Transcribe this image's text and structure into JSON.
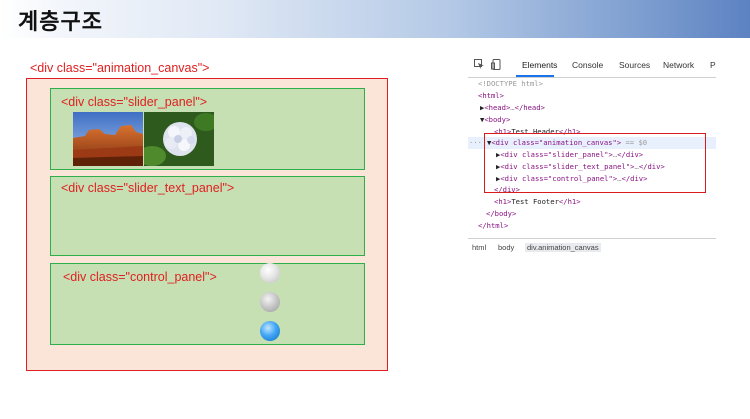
{
  "page": {
    "title": "계층구조"
  },
  "diagram": {
    "outer_label": "<div class=\"animation_canvas\">",
    "panels": [
      {
        "label": "<div class=\"slider_panel\">"
      },
      {
        "label": "<div class=\"slider_text_panel\">"
      },
      {
        "label": "<div class=\"control_panel\">"
      }
    ],
    "colors": {
      "outline": "#e02020",
      "panel_fill": "#c6e0b4",
      "panel_border": "#2db04b",
      "canvas_fill": "#fbe4d8"
    }
  },
  "devtools": {
    "tabs": [
      "Elements",
      "Console",
      "Sources",
      "Network",
      "P"
    ],
    "active_tab": "Elements",
    "lines": {
      "doctype": "<!DOCTYPE html>",
      "html_open": "<html>",
      "head_open": "<head>",
      "head_ellipsis": "…",
      "head_close": "</head>",
      "body_open": "<body>",
      "h1_header_open": "<h1>",
      "h1_header_text": "Test Header",
      "h1_header_close": "</h1>",
      "canvas_open": "<div class=\"animation_canvas\">",
      "selected_marker": "== $0",
      "child1_open": "<div class=\"slider_panel\">",
      "child2_open": "<div class=\"slider_text_panel\">",
      "child3_open": "<div class=\"control_panel\">",
      "ellipsis": "…",
      "div_close": "</div>",
      "h1_footer_open": "<h1>",
      "h1_footer_text": "Test Footer",
      "h1_footer_close": "</h1>",
      "body_close": "</body>",
      "html_close": "</html>"
    },
    "breadcrumbs": [
      "html",
      "body",
      "div.animation_canvas"
    ]
  }
}
